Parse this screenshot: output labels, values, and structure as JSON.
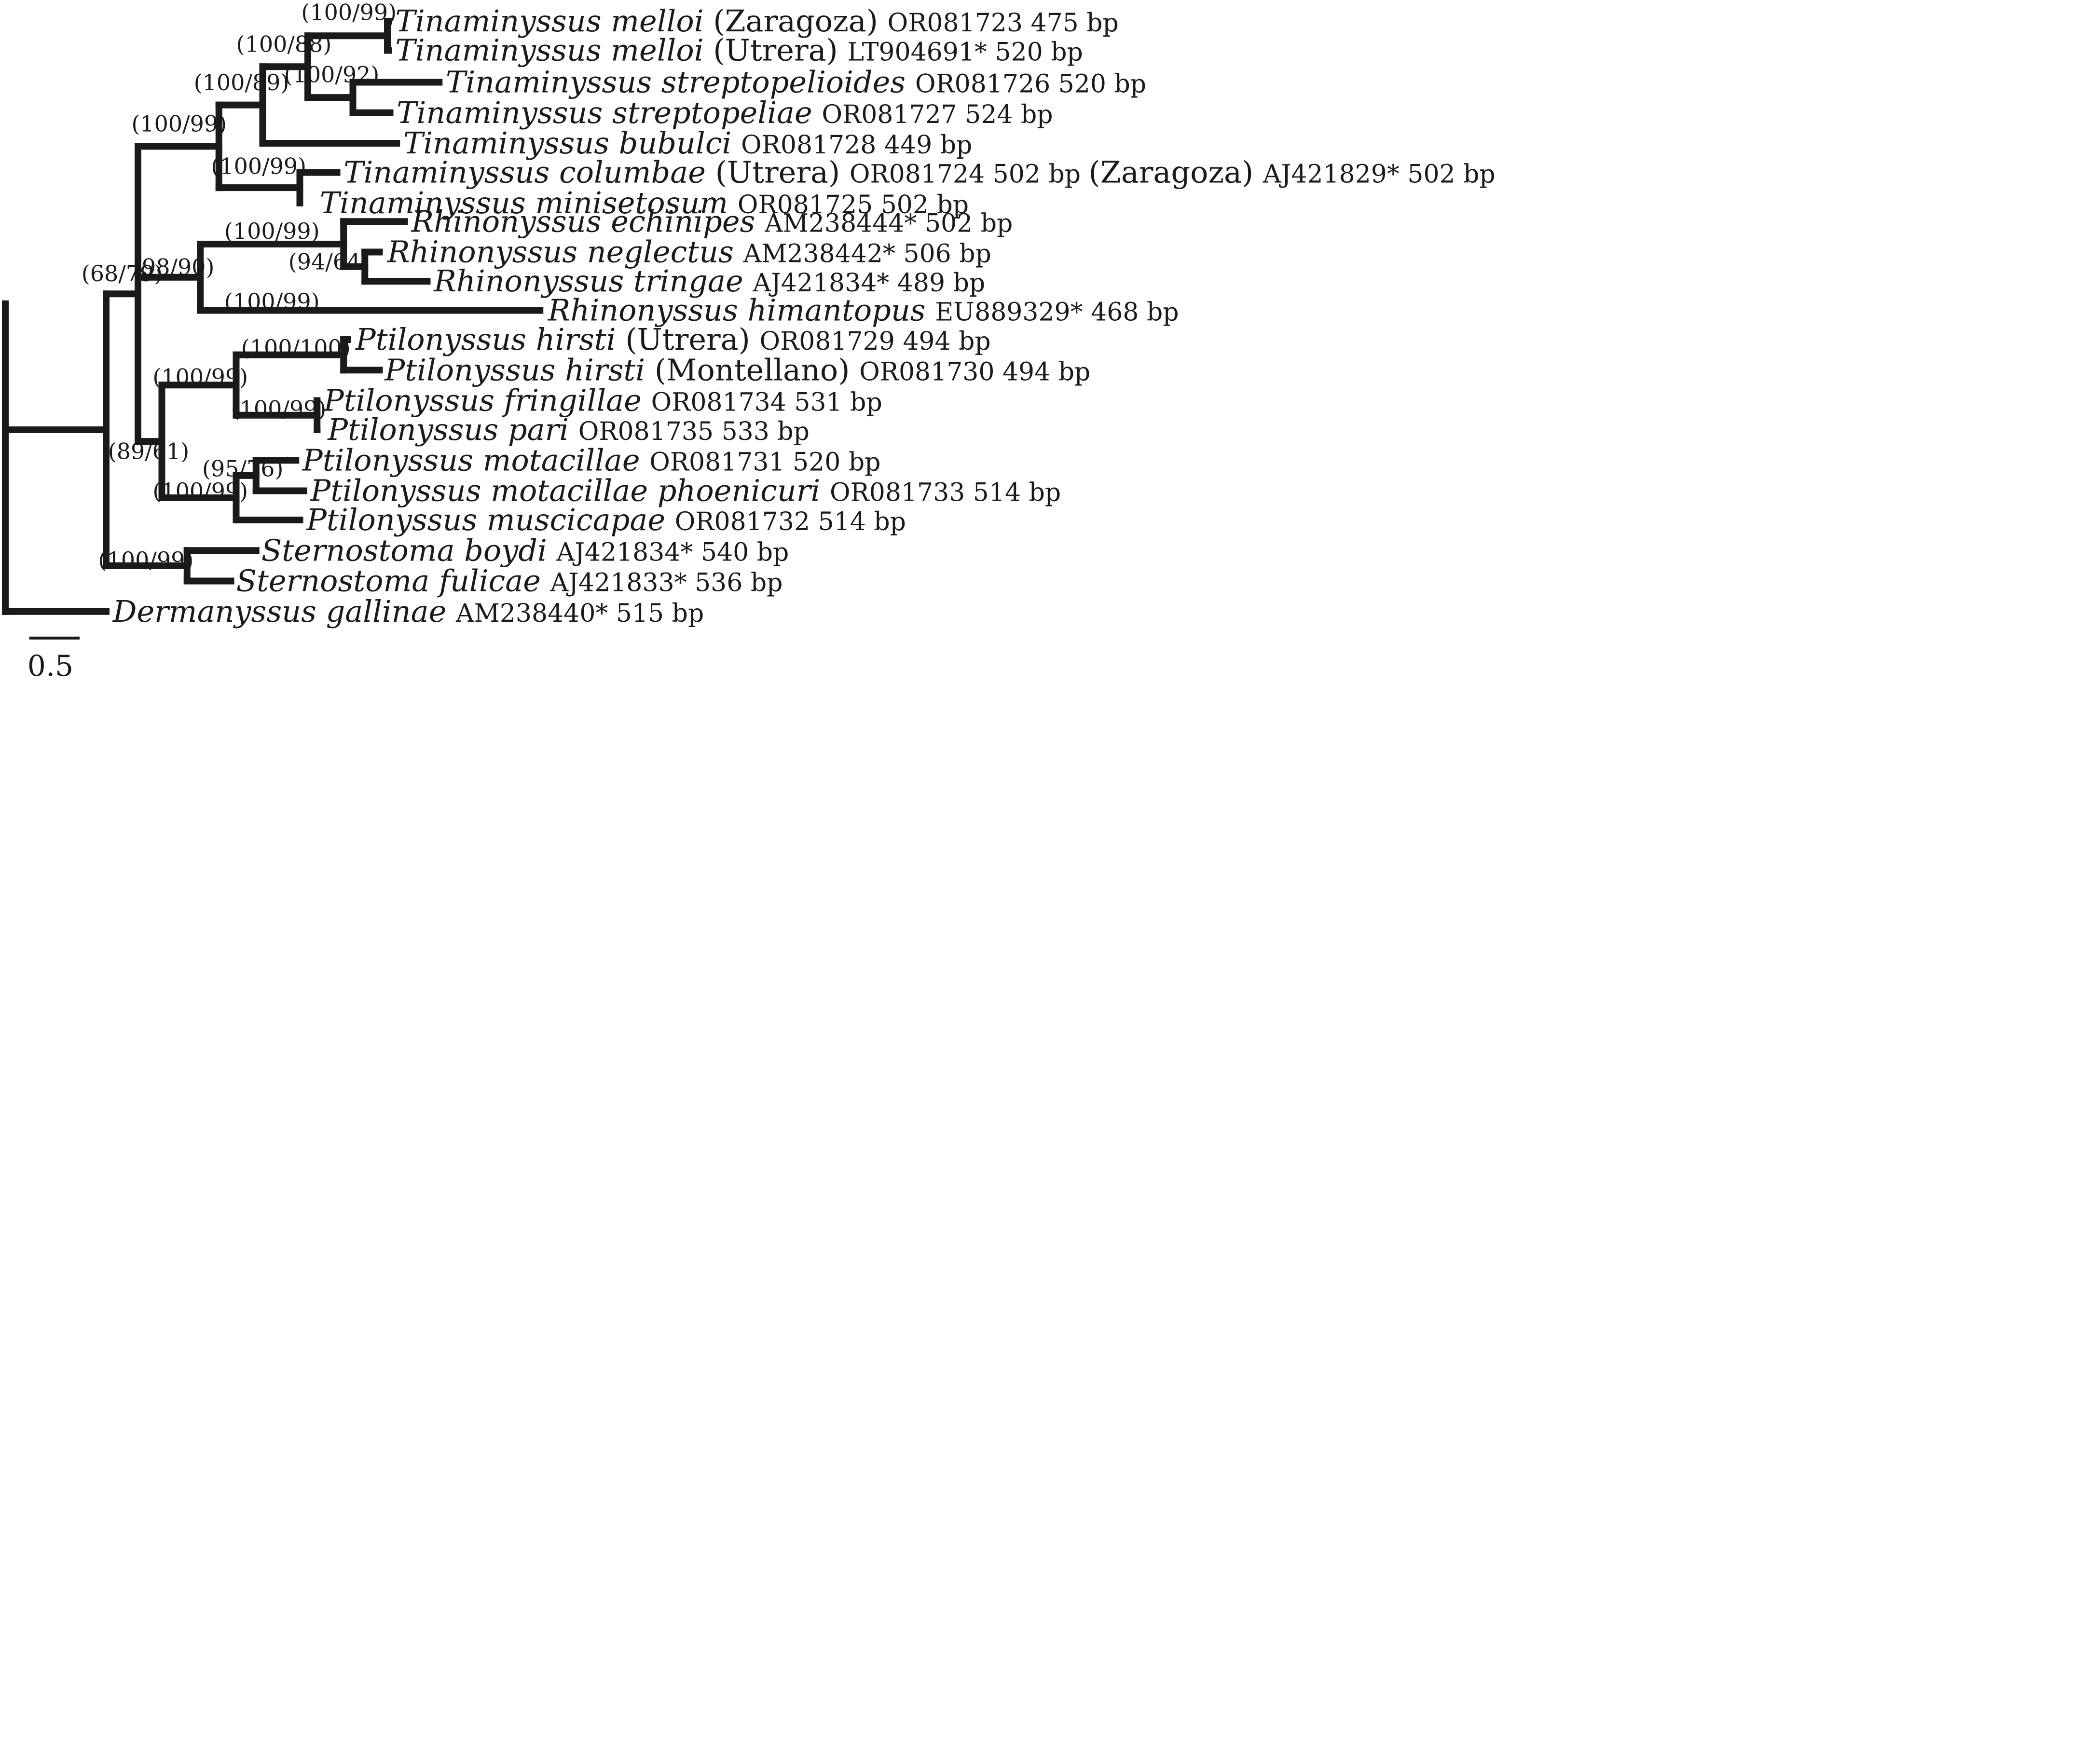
{
  "tips": [
    {
      "key": "t1",
      "species": "Tinaminyssus melloi",
      "segments": [
        {
          "t": "Tinaminyssus melloi",
          "s": "sp"
        },
        {
          "t": " (Zaragoza) ",
          "s": "n"
        },
        {
          "t": "OR081723 475 bp",
          "s": "acc"
        }
      ]
    },
    {
      "key": "t2",
      "species": "Tinaminyssus melloi",
      "segments": [
        {
          "t": "Tinaminyssus melloi",
          "s": "sp"
        },
        {
          "t": " (Utrera)  ",
          "s": "n"
        },
        {
          "t": "LT904691* 520 bp",
          "s": "acc"
        }
      ]
    },
    {
      "key": "t3",
      "species": "Tinaminyssus streptopelioides",
      "segments": [
        {
          "t": "Tinaminyssus streptopelioides",
          "s": "sp"
        },
        {
          "t": "  ",
          "s": "n"
        },
        {
          "t": "OR081726 520 bp",
          "s": "acc"
        }
      ]
    },
    {
      "key": "t4",
      "species": "Tinaminyssus streptopeliae",
      "segments": [
        {
          "t": "Tinaminyssus streptopeliae",
          "s": "sp"
        },
        {
          "t": "  ",
          "s": "n"
        },
        {
          "t": "OR081727 524 bp",
          "s": "acc"
        }
      ]
    },
    {
      "key": "t5",
      "species": "Tinaminyssus bubulci",
      "segments": [
        {
          "t": "Tinaminyssus bubulci",
          "s": "sp"
        },
        {
          "t": "  ",
          "s": "n"
        },
        {
          "t": "OR081728 449 bp",
          "s": "acc"
        }
      ]
    },
    {
      "key": "t6",
      "species": "Tinaminyssus columbae",
      "segments": [
        {
          "t": "Tinaminyssus columbae",
          "s": "sp"
        },
        {
          "t": "  (Utrera) ",
          "s": "n"
        },
        {
          "t": "OR081724 502 bp ",
          "s": "acc"
        },
        {
          "t": "(Zaragoza) ",
          "s": "n"
        },
        {
          "t": "AJ421829* 502 bp",
          "s": "acc"
        }
      ]
    },
    {
      "key": "t7",
      "species": "Tinaminyssus minisetosum",
      "segments": [
        {
          "t": "Tinaminyssus minisetosum",
          "s": "sp"
        },
        {
          "t": "  ",
          "s": "n"
        },
        {
          "t": "OR081725 502 bp",
          "s": "acc"
        }
      ]
    },
    {
      "key": "t8",
      "species": "Rhinonyssus echinipes",
      "segments": [
        {
          "t": "Rhinonyssus echinipes",
          "s": "sp"
        },
        {
          "t": "  ",
          "s": "n"
        },
        {
          "t": "AM238444* 502 bp",
          "s": "acc"
        }
      ]
    },
    {
      "key": "t9",
      "species": "Rhinonyssus neglectus",
      "segments": [
        {
          "t": "Rhinonyssus neglectus",
          "s": "sp"
        },
        {
          "t": "  ",
          "s": "n"
        },
        {
          "t": "AM238442* 506 bp",
          "s": "acc"
        }
      ]
    },
    {
      "key": "t10",
      "species": "Rhinonyssus tringae",
      "segments": [
        {
          "t": "Rhinonyssus tringae",
          "s": "sp"
        },
        {
          "t": "  ",
          "s": "n"
        },
        {
          "t": "AJ421834* 489 bp",
          "s": "acc"
        }
      ]
    },
    {
      "key": "t11",
      "species": "Rhinonyssus himantopus",
      "segments": [
        {
          "t": "Rhinonyssus himantopus",
          "s": "sp"
        },
        {
          "t": "  ",
          "s": "n"
        },
        {
          "t": "EU889329* 468 bp",
          "s": "acc"
        }
      ]
    },
    {
      "key": "t12",
      "species": "Ptilonyssus hirsti",
      "segments": [
        {
          "t": "Ptilonyssus hirsti",
          "s": "sp"
        },
        {
          "t": " (Utrera)  ",
          "s": "n"
        },
        {
          "t": "OR081729 494 bp",
          "s": "acc"
        }
      ]
    },
    {
      "key": "t13",
      "species": "Ptilonyssus hirsti",
      "segments": [
        {
          "t": "Ptilonyssus hirsti",
          "s": "sp"
        },
        {
          "t": " (Montellano) ",
          "s": "n"
        },
        {
          "t": "OR081730 494 bp",
          "s": "acc"
        }
      ]
    },
    {
      "key": "t14",
      "species": "Ptilonyssus fringillae",
      "segments": [
        {
          "t": "Ptilonyssus fringillae",
          "s": "sp"
        },
        {
          "t": "  ",
          "s": "n"
        },
        {
          "t": "OR081734 531 bp",
          "s": "acc"
        }
      ]
    },
    {
      "key": "t15",
      "species": "Ptilonyssus pari",
      "segments": [
        {
          "t": "Ptilonyssus pari",
          "s": "sp"
        },
        {
          "t": "  ",
          "s": "n"
        },
        {
          "t": "OR081735 533 bp",
          "s": "acc"
        }
      ]
    },
    {
      "key": "t16",
      "species": "Ptilonyssus motacillae",
      "segments": [
        {
          "t": "Ptilonyssus motacillae",
          "s": "sp"
        },
        {
          "t": "  ",
          "s": "n"
        },
        {
          "t": "OR081731 520 bp",
          "s": "acc"
        }
      ]
    },
    {
      "key": "t17",
      "species": "Ptilonyssus motacillae phoenicuri",
      "segments": [
        {
          "t": "Ptilonyssus motacillae phoenicuri",
          "s": "sp"
        },
        {
          "t": "  ",
          "s": "n"
        },
        {
          "t": "OR081733 514 bp",
          "s": "acc"
        }
      ]
    },
    {
      "key": "t18",
      "species": "Ptilonyssus muscicapae",
      "segments": [
        {
          "t": "Ptilonyssus muscicapae",
          "s": "sp"
        },
        {
          "t": "  ",
          "s": "n"
        },
        {
          "t": "OR081732 514 bp",
          "s": "acc"
        }
      ]
    },
    {
      "key": "t19",
      "species": "Sternostoma boydi",
      "segments": [
        {
          "t": "Sternostoma boydi",
          "s": "sp"
        },
        {
          "t": "  ",
          "s": "n"
        },
        {
          "t": "AJ421834* 540 bp",
          "s": "acc"
        }
      ]
    },
    {
      "key": "t20",
      "species": "Sternostoma fulicae",
      "segments": [
        {
          "t": "Sternostoma fulicae",
          "s": "sp"
        },
        {
          "t": "  ",
          "s": "n"
        },
        {
          "t": "AJ421833* 536 bp",
          "s": "acc"
        }
      ]
    },
    {
      "key": "t21",
      "species": "Dermanyssus gallinae",
      "segments": [
        {
          "t": "Dermanyssus gallinae",
          "s": "sp"
        },
        {
          "t": "  ",
          "s": "n"
        },
        {
          "t": "AM238440* 515 bp",
          "s": "acc"
        }
      ]
    }
  ],
  "support_values": {
    "melloi": "(100/99)",
    "melloi_strepto": "(100/88)",
    "strepto": "(100/92)",
    "tin_core": "(100/89)",
    "tinaminyssus": "(100/99)",
    "columbae_minisetosum": "(100/99)",
    "rhino_core": "(100/99)",
    "neglectus_tringae": "(94/64)",
    "rhinonyssus": "(98/90)",
    "himantopus": "(100/99)",
    "tin_rhino_ptil": "(68/79)",
    "hirsti": "(100/100)",
    "ptil_a": "(100/99)",
    "fringillae_pari": "(100/99)",
    "ptilonyssus": "(89/61)",
    "motacillae_pair": "(95/76)",
    "ptil_b": "(100/99)",
    "sternostoma": "(100/99)"
  },
  "scale_bar": {
    "label": "0.5",
    "value": 0.5
  },
  "colors": {
    "branch": "#1a1a1a",
    "text": "#1a1a1a",
    "background": "#ffffff"
  }
}
